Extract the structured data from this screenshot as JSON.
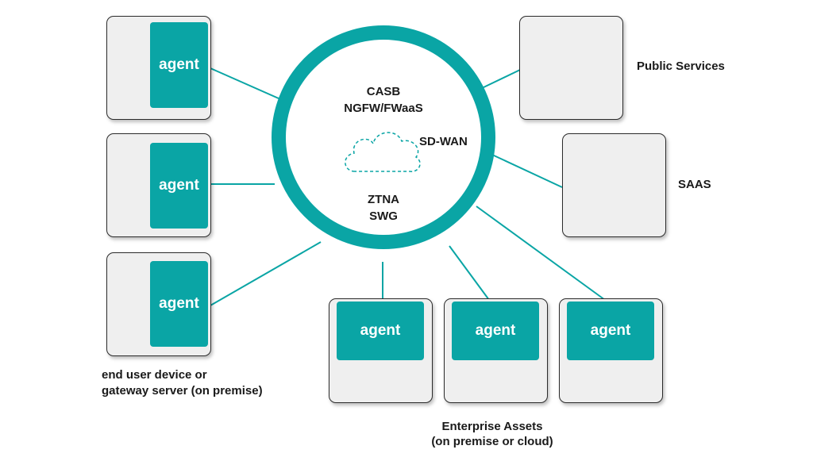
{
  "colors": {
    "accent": "#0aa5a5",
    "box_fill": "#efefef",
    "box_border": "#2b2b2b",
    "text": "#1a1a1a"
  },
  "hub": {
    "services_top": [
      "CASB",
      "NGFW/FWaaS"
    ],
    "sd_wan": "SD-WAN",
    "services_bottom": [
      "ZTNA",
      "SWG"
    ],
    "icon": "cloud-icon"
  },
  "user_devices": {
    "agents": [
      "agent",
      "agent",
      "agent"
    ],
    "caption": [
      "end user device or",
      "gateway server (on premise)"
    ]
  },
  "enterprise_assets": {
    "agents": [
      "agent",
      "agent",
      "agent"
    ],
    "caption": [
      "Enterprise Assets",
      "(on premise or cloud)"
    ]
  },
  "public_services": {
    "label": "Public Services"
  },
  "saas": {
    "label": "SAAS"
  }
}
